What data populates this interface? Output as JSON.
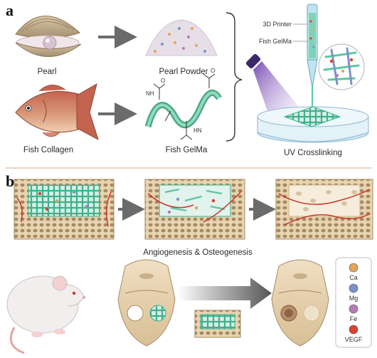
{
  "panels": {
    "a": "a",
    "b": "b"
  },
  "panel_a": {
    "pearl": "Pearl",
    "pearl_powder": "Pearl Powder",
    "fish_collagen": "Fish Collagen",
    "fish_gelma": "Fish GelMa",
    "uv_crosslinking": "UV Crosslinking",
    "printer_label": "3D Printer",
    "printer_gelma": "Fish GelMa"
  },
  "panel_b": {
    "process": "Angiogenesis & Osteogenesis"
  },
  "legend": [
    {
      "label": "Ca",
      "color": "#e3a45a"
    },
    {
      "label": "Mg",
      "color": "#7b93c8"
    },
    {
      "label": "Fe",
      "color": "#b47ab9"
    },
    {
      "label": "VEGF",
      "color": "#d9422f"
    }
  ],
  "colors": {
    "scaffold": "#5cc7a6",
    "bone": "#e8d3b0",
    "vessel": "#c8362c",
    "arrow": "#6b6b6b",
    "divider": "#e6c6a8"
  }
}
